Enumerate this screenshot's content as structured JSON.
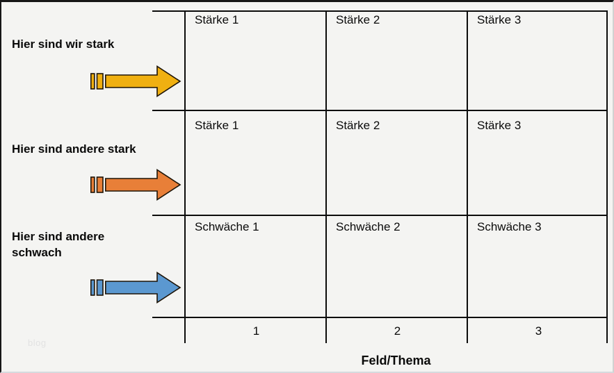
{
  "rows": [
    {
      "label": "Hier sind wir stark",
      "arrow_color": "#F0B011",
      "cells": [
        "Stärke 1",
        "Stärke 2",
        "Stärke 3"
      ]
    },
    {
      "label": "Hier sind andere stark",
      "arrow_color": "#E87F38",
      "cells": [
        "Stärke 1",
        "Stärke 2",
        "Stärke 3"
      ]
    },
    {
      "label": "Hier sind andere\nschwach",
      "arrow_color": "#5B98D0",
      "cells": [
        "Schwäche 1",
        "Schwäche 2",
        "Schwäche 3"
      ]
    }
  ],
  "axis": {
    "columns": [
      "1",
      "2",
      "3"
    ],
    "title": "Feld/Thema"
  },
  "colors": {
    "grid_line": "#0b0b0b",
    "arrow_outline": "#1d1408"
  },
  "watermark": "blog"
}
